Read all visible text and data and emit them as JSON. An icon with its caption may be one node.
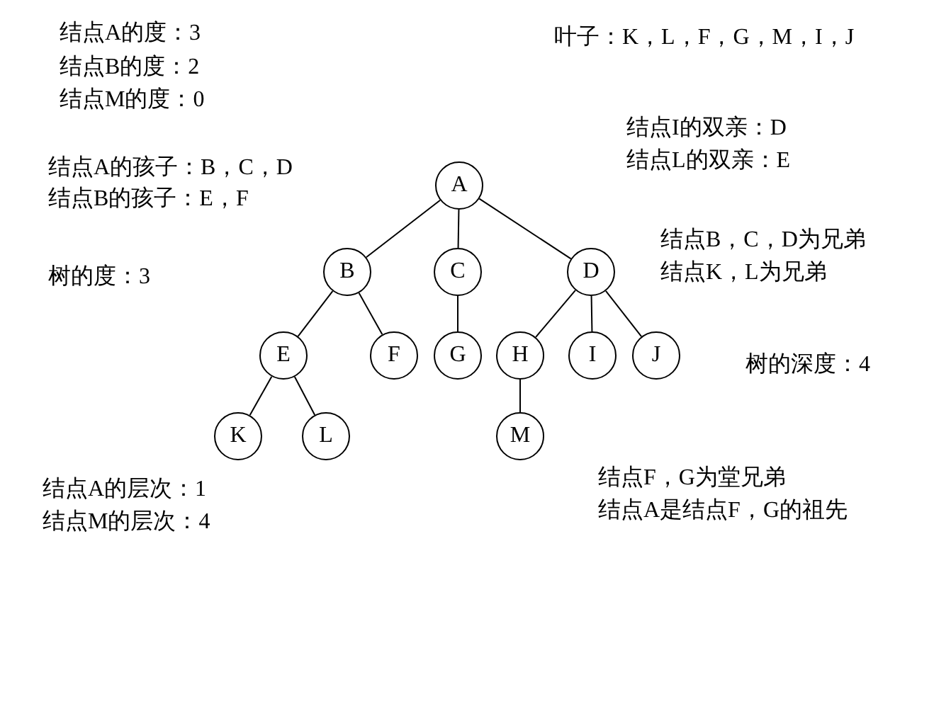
{
  "diagram": {
    "nodes": [
      {
        "text": [
          "A"
        ]
      },
      {
        "text": [
          "B"
        ]
      },
      {
        "text": [
          "C"
        ]
      },
      {
        "text": [
          "D"
        ]
      },
      {
        "text": [
          "E"
        ]
      },
      {
        "text": [
          "F"
        ]
      },
      {
        "text": [
          "G"
        ]
      },
      {
        "text": [
          "H"
        ]
      },
      {
        "text": [
          "I"
        ]
      },
      {
        "text": [
          "J"
        ]
      },
      {
        "text": [
          "K"
        ]
      },
      {
        "text": [
          "L"
        ]
      },
      {
        "text": [
          "M"
        ]
      }
    ],
    "edges": [
      {
        "from": 0,
        "to": 1,
        "arrow": "none"
      },
      {
        "from": 0,
        "to": 2,
        "arrow": "none"
      },
      {
        "from": 0,
        "to": 3,
        "arrow": "none"
      },
      {
        "from": 1,
        "to": 4,
        "arrow": "none"
      },
      {
        "from": 1,
        "to": 5,
        "arrow": "none"
      },
      {
        "from": 2,
        "to": 6,
        "arrow": "none"
      },
      {
        "from": 3,
        "to": 7,
        "arrow": "none"
      },
      {
        "from": 3,
        "to": 8,
        "arrow": "none"
      },
      {
        "from": 3,
        "to": 9,
        "arrow": "none"
      },
      {
        "from": 4,
        "to": 10,
        "arrow": "none"
      },
      {
        "from": 4,
        "to": 11,
        "arrow": "none"
      },
      {
        "from": 7,
        "to": 12,
        "arrow": "none"
      }
    ],
    "labels": [
      "结点A的度：3",
      "结点B的度：2",
      "结点M的度：0",
      "叶子：K，L，F，G，M，I，J",
      "结点I的双亲：D",
      "结点L的双亲：E",
      "结点A的孩子：B，C，D",
      "结点B的孩子：E，F",
      "结点B，C，D为兄弟",
      "结点K，L为兄弟",
      "树的度：3",
      "树的深度：4",
      "结点F，G为堂兄弟",
      "结点A是结点F，G的祖先",
      "结点A的层次：1",
      "结点M的层次：4"
    ]
  }
}
